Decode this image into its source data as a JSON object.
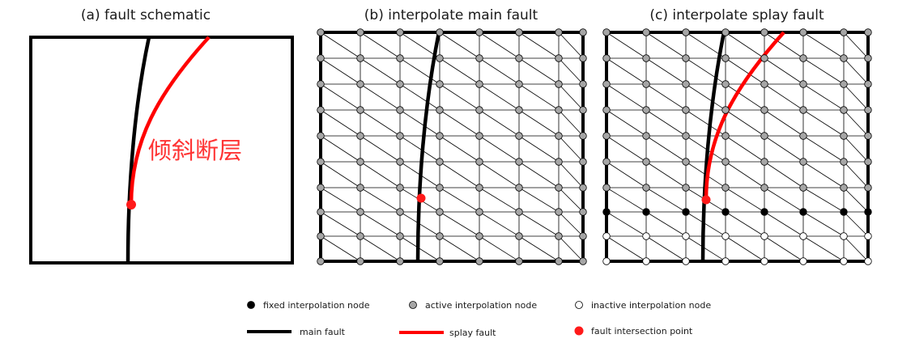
{
  "panels": [
    {
      "id": "a",
      "title": "(a) fault schematic"
    },
    {
      "id": "b",
      "title": "(b) interpolate main fault"
    },
    {
      "id": "c",
      "title": "(c) interpolate splay fault"
    }
  ],
  "annotation": "倾斜断层",
  "legend": {
    "fixed": "fixed interpolation node",
    "active": "active interpolation node",
    "inactive": "inactive interpolation node",
    "main_fault": "main fault",
    "splay_fault": "splay fault",
    "intersection": "fault intersection point"
  },
  "colors": {
    "main_fault": "#000000",
    "splay_fault": "#ff0000",
    "intersection": "#ff1a1a",
    "fixed_node": "#000000",
    "active_node": "#a6a6a6",
    "inactive_node": "#ffffff"
  }
}
